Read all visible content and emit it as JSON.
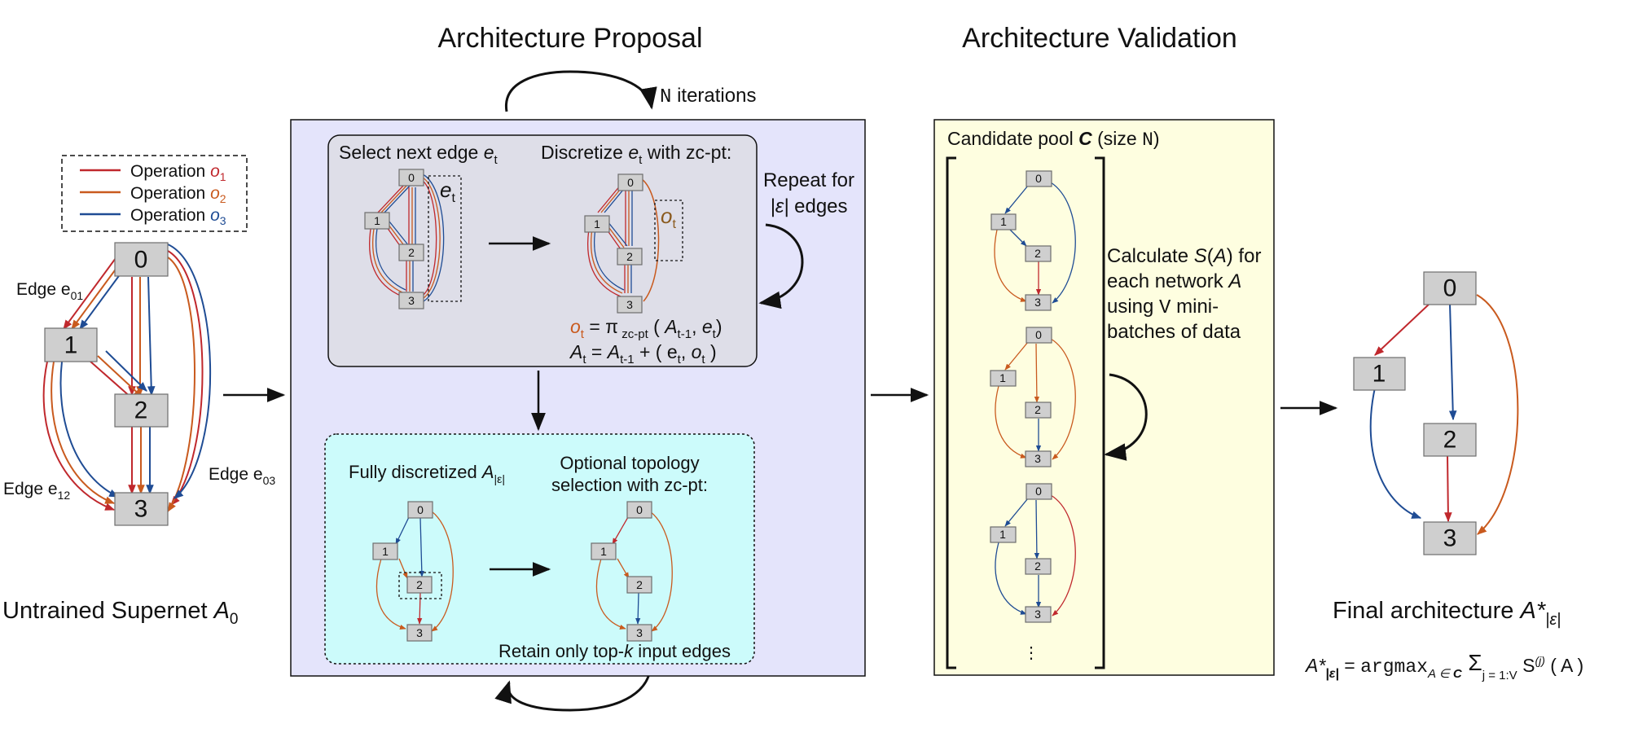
{
  "titles": {
    "proposal": "Architecture Proposal",
    "validation": "Architecture Validation"
  },
  "proposal_loop": {
    "prefix": "N",
    "suffix": " iterations"
  },
  "legend": {
    "items": [
      {
        "label": "Operation ",
        "symbol": "o",
        "sub": "1",
        "color": "#c0282d"
      },
      {
        "label": "Operation ",
        "symbol": "o",
        "sub": "2",
        "color": "#c95a1e"
      },
      {
        "label": "Operation ",
        "symbol": "o",
        "sub": "3",
        "color": "#1f4c94"
      }
    ]
  },
  "supernet": {
    "edge_labels": [
      {
        "text": "Edge e",
        "sub": "01"
      },
      {
        "text": "Edge e",
        "sub": "12"
      },
      {
        "text": "Edge e",
        "sub": "03"
      }
    ],
    "caption": "Untrained Supernet ",
    "caption_symbol": "A",
    "caption_sub": "0"
  },
  "node_labels": [
    "0",
    "1",
    "2",
    "3"
  ],
  "step_one": {
    "select_text": "Select next edge ",
    "select_symbol": "e",
    "select_sub": "t",
    "discretize_text": "Discretize ",
    "discretize_symbol": "e",
    "discretize_sub": "t",
    "discretize_suffix": " with zc-pt:",
    "edge_tag_symbol": "e",
    "edge_tag_sub": "t",
    "op_tag_symbol": "o",
    "op_tag_sub": "t",
    "repeat_line1": "Repeat for",
    "repeat_line2_sym": "|ε|",
    "repeat_line2_rest": " edges",
    "eq1": {
      "lhs": "o",
      "lhs_sub": "t",
      "mid": " = π",
      "pi_sub": " zc-pt",
      "paren_open": " ( ",
      "a": "A",
      "a_sub": "t-1",
      "comma": ", ",
      "e": "e",
      "e_sub": "t",
      "close": ")"
    },
    "eq2": {
      "lhs": "A",
      "lhs_sub": "t",
      "mid": " =  ",
      "a": "A",
      "a_sub": "t-1",
      "plus": " + ( ",
      "e": "e",
      "e_sub": "t",
      "comma": ", ",
      "o": "o",
      "o_sub": "t",
      "close": " )"
    }
  },
  "step_two": {
    "fully_text": "Fully discretized ",
    "fully_symbol": "A",
    "fully_sub": "|ε|",
    "optional_line1": "Optional topology",
    "optional_line2": "selection with zc-pt:",
    "retain_text": "Retain only top-",
    "retain_k": "k",
    "retain_suffix": " input edges"
  },
  "validation": {
    "pool_text": "Candidate pool ",
    "pool_symbol": "C",
    "pool_suffix_open": " (size ",
    "pool_suffix_N": "N",
    "pool_suffix_close": ")",
    "calc_lines": [
      {
        "parts": [
          "Calculate ",
          "S",
          "(",
          "A",
          ") for"
        ],
        "italic": [
          false,
          true,
          false,
          true,
          false
        ]
      },
      {
        "parts": [
          "each network ",
          "A"
        ],
        "italic": [
          false,
          true
        ]
      },
      {
        "parts": [
          "using ",
          "V",
          " mini-"
        ],
        "mono": [
          false,
          true,
          false
        ]
      },
      {
        "parts": [
          "batches of data"
        ]
      }
    ],
    "ellipsis": "⋮"
  },
  "final": {
    "caption_text": "Final architecture  ",
    "caption_symbol": "A*",
    "caption_sub": "|ε|",
    "formula": {
      "lhs": "A*",
      "lhs_sub": "|ε|",
      "eq": " = ",
      "argmax": "argmax",
      "argmax_sub_a": "A ∈ ",
      "argmax_sub_c": "C",
      "sum": " Σ",
      "sum_sub": "j = 1:V",
      "s": " S",
      "s_sup": "(j)",
      "arg": " ( A )"
    }
  },
  "colors": {
    "op1": "#c0282d",
    "op2": "#c95a1e",
    "op3": "#1f4c94",
    "proposal_bg": "#e4e4fb",
    "step_one_bg": "#dedee8",
    "step_two_bg": "#ccfbfb",
    "validation_bg": "#fefee0",
    "node_fill": "#cfcfcf"
  }
}
